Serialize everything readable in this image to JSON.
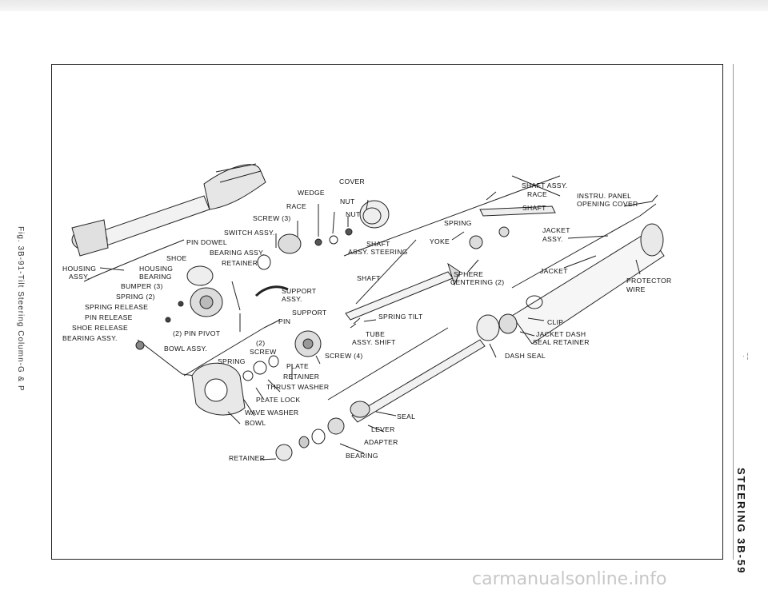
{
  "side_caption": "Fig. 3B-91-Tilt Steering Column-G & P",
  "page_header": "STEERING   3B-59",
  "watermark": "carmanualsonline.info",
  "labels": {
    "cover": "COVER",
    "wedge": "WEDGE",
    "nut_top": "NUT",
    "race_top": "RACE",
    "nut": "NUT",
    "screw3": "SCREW (3)",
    "switch_assy": "SWITCH ASSY.",
    "pin_dowel": "PIN DOWEL",
    "bearing_assy": "BEARING ASSY.",
    "retainer_top": "RETAINER",
    "shoe": "SHOE",
    "housing_bearing_1": "HOUSING",
    "housing_bearing_2": "BEARING",
    "housing_assy_1": "HOUSING",
    "housing_assy_2": "ASSY.",
    "bumper": "BUMPER (3)",
    "spring2": "SPRING (2)",
    "spring_release": "SPRING RELEASE",
    "pin_release": "PIN RELEASE",
    "shoe_release": "SHOE RELEASE",
    "bearing_assy_left": "BEARING ASSY.",
    "pin_pivot": "(2) PIN PIVOT",
    "bowl_assy": "BOWL ASSY.",
    "support_1": "SUPPORT",
    "support_2": "ASSY.",
    "support_mid": "SUPPORT",
    "pin": "PIN",
    "two": "(2)",
    "screw": "SCREW",
    "spring_left": "SPRING",
    "plate": "PLATE",
    "retainer_mid": "RETAINER",
    "thrust_washer": "THRUST WASHER",
    "plate_lock": "PLATE LOCK",
    "wave_washer": "WAVE WASHER",
    "bowl": "BOWL",
    "screw4": "SCREW (4)",
    "tube_1": "TUBE",
    "tube_2": "ASSY. SHIFT",
    "spring_tilt": "SPRING TILT",
    "shaft_steering_1": "SHAFT",
    "shaft_steering_2": "ASSY. STEERING",
    "shaft_mid": "SHAFT",
    "yoke": "YOKE",
    "spring_right": "SPRING",
    "shaft_assy": "SHAFT ASSY.",
    "race_right": "RACE",
    "shaft_right": "SHAFT",
    "sphere_1": "SPHERE",
    "sphere_2": "CENTERING (2)",
    "jacket_assy_1": "JACKET",
    "jacket_assy_2": "ASSY.",
    "jacket": "JACKET",
    "instru_1": "INSTRU. PANEL",
    "instru_2": "OPENING COVER",
    "protector_1": "PROTECTOR",
    "protector_2": "WIRE",
    "clip": "CLIP",
    "jacket_dash_1": "JACKET DASH",
    "jacket_dash_2": "SEAL RETAINER",
    "dash_seal": "DASH SEAL",
    "seal": "SEAL",
    "lever": "LEVER",
    "adapter": "ADAPTER",
    "bearing_bottom": "BEARING",
    "retainer_bottom": "RETAINER"
  }
}
